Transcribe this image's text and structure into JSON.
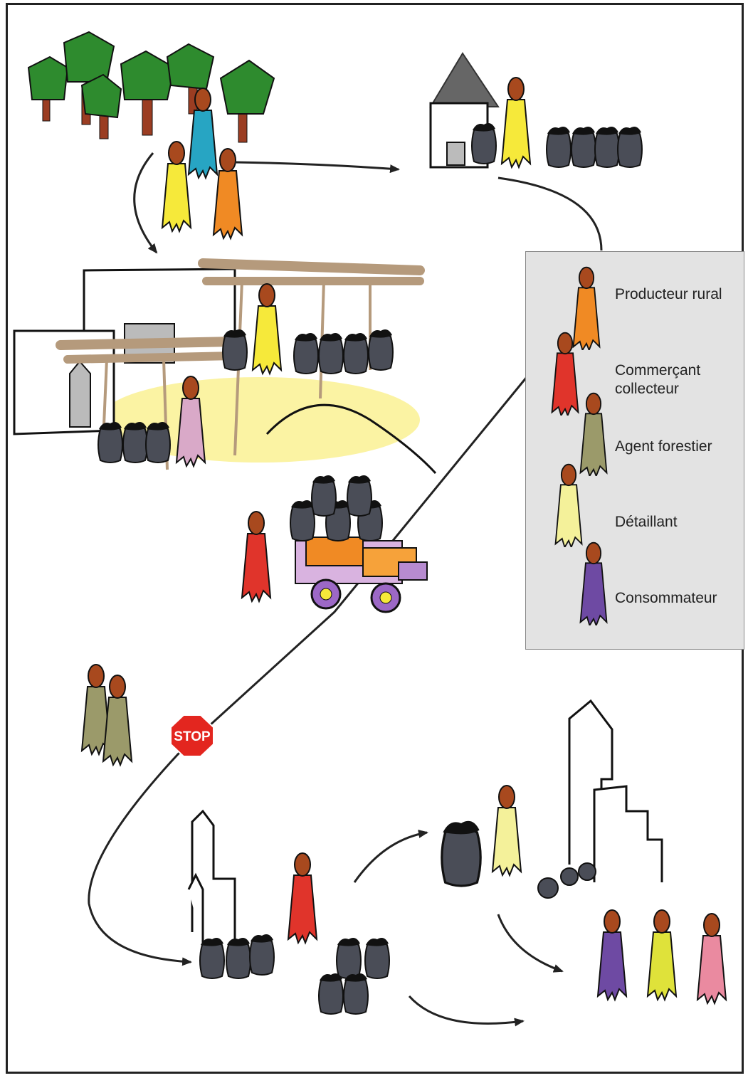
{
  "legend": {
    "items": [
      {
        "label": "Producteur rural",
        "robe": "#f08a24",
        "head": "#a8491e"
      },
      {
        "label": "Commerçant\ncollecteur",
        "robe": "#e0342b",
        "head": "#a8491e"
      },
      {
        "label": "Agent forestier",
        "robe": "#9b9a6a",
        "head": "#a8491e"
      },
      {
        "label": "Détaillant",
        "robe": "#f4f19a",
        "head": "#a8491e",
        "scarf": "#ea6f3c"
      },
      {
        "label": "Consommateur",
        "robe": "#6e4aa3",
        "head": "#a8491e",
        "scarf": "#5fb8dd"
      }
    ]
  },
  "sign": {
    "text": "STOP",
    "color": "#e3261f"
  },
  "colors": {
    "charcoal": "#4a4d57",
    "tree": "#2e8b2e",
    "trunk": "#9b3d22",
    "shade": "#fbf3a3",
    "roof": "#b59a7c"
  }
}
